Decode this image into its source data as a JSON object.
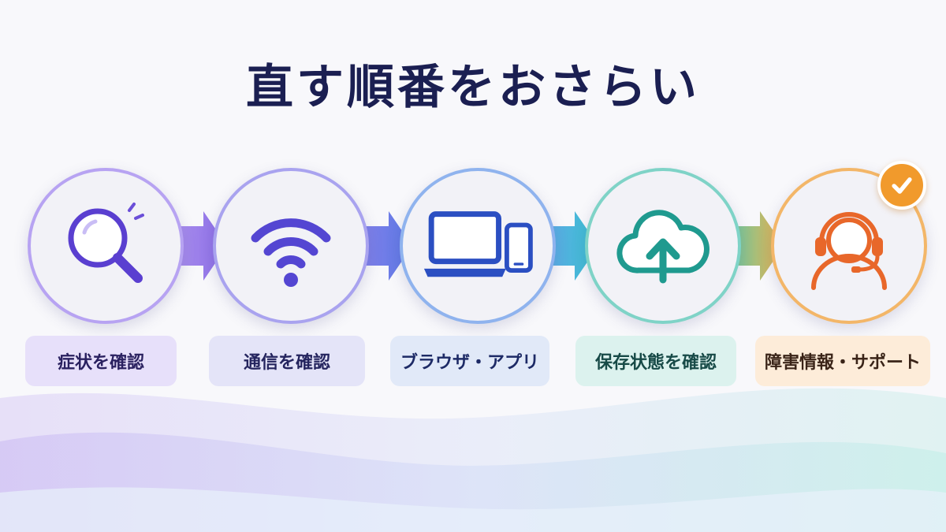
{
  "title": "直す順番をおさらい",
  "steps": [
    {
      "label": "症状を確認",
      "icon": "magnifier-icon",
      "color": "#6b4fd8",
      "label_bg": "#e7e0fa",
      "label_color": "#2a2160"
    },
    {
      "label": "通信を確認",
      "icon": "wifi-icon",
      "color": "#5b4cd6",
      "label_bg": "#e4e4f8",
      "label_color": "#24245e"
    },
    {
      "label": "ブラウザ・アプリ",
      "icon": "laptop-phone-icon",
      "color": "#2f55c8",
      "label_bg": "#e1e9f8",
      "label_color": "#1d2a66"
    },
    {
      "label": "保存状態を確認",
      "icon": "cloud-upload-icon",
      "color": "#1f9a8f",
      "label_bg": "#dcf2ee",
      "label_color": "#174a47"
    },
    {
      "label": "障害情報・サポート",
      "icon": "headset-support-icon",
      "color": "#e8672a",
      "label_bg": "#fdecd9",
      "label_color": "#3a2418"
    }
  ],
  "status_badge": {
    "icon": "check-icon",
    "color": "#f19a2c"
  }
}
